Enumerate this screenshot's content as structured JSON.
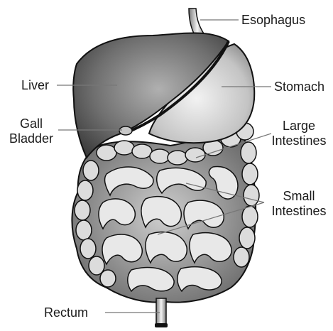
{
  "labels": {
    "esophagus": "Esophagus",
    "liver": "Liver",
    "stomach": "Stomach",
    "gall_bladder_1": "Gall",
    "gall_bladder_2": "Bladder",
    "large_intestines_1": "Large",
    "large_intestines_2": "Intestines",
    "small_intestines_1": "Small",
    "small_intestines_2": "Intestines",
    "rectum": "Rectum"
  },
  "colors": {
    "background": "#ffffff",
    "liver_dark": "#4a4a4a",
    "liver_light": "#9a9a9a",
    "stomach": "#d0d0d0",
    "intestine_fill": "#e6e6e6",
    "intestine_shade": "#7a7a7a",
    "outline": "#111111"
  }
}
